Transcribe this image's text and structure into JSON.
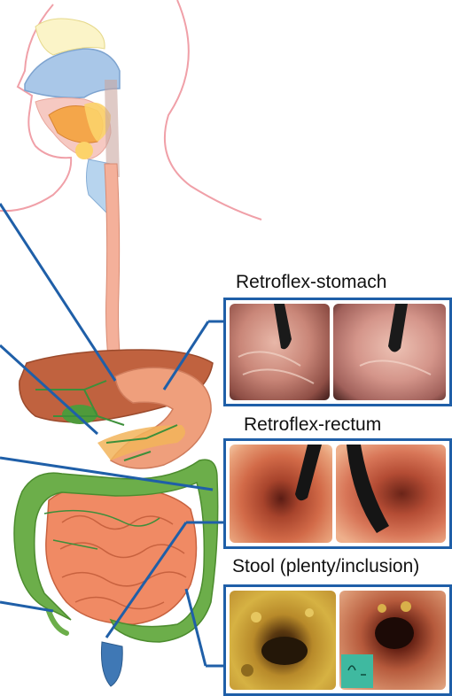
{
  "labels": {
    "retroflex_stomach": "Retroflex-stomach",
    "retroflex_rectum": "Retroflex-rectum",
    "stool": "Stool (plenty/inclusion)"
  },
  "colors": {
    "connector": "#1f5fa8",
    "liver": "#c0623f",
    "stomach": "#ef9f7c",
    "intestine": "#f08a64",
    "colon": "#6cae4a",
    "esophagus": "#f4b09a",
    "head_outline": "#f0a0a8"
  }
}
